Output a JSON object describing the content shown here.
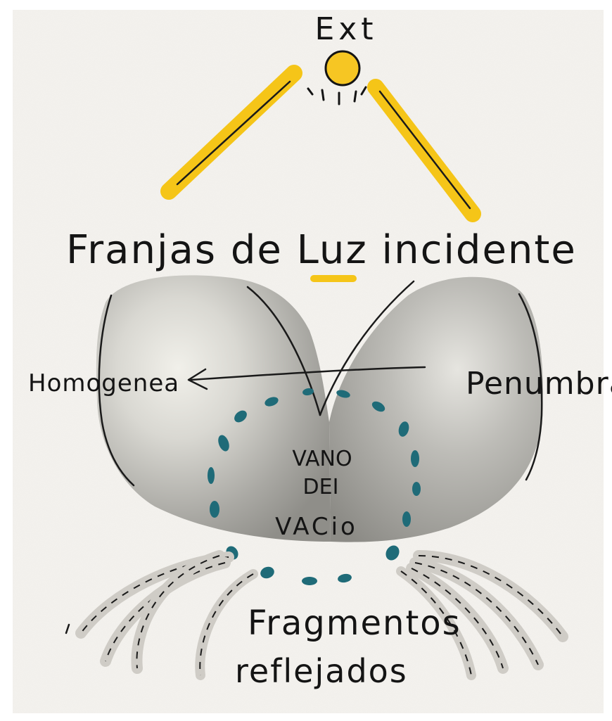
{
  "labels": {
    "ext": "Ext",
    "title_part1": "Franjas de ",
    "title_luz": "Luz",
    "title_part2": " incidente",
    "homogenea": "Homogenea",
    "penumbra": "Penumbra",
    "vano_line1": "VANO",
    "vano_line2": "DEI",
    "vano_line3": "VACio",
    "fragmentos_line1": "Fragmentos",
    "fragmentos_line2": "reflejados"
  },
  "colors": {
    "paper": "#f4f2ee",
    "ink": "#141414",
    "light_yellow": "#f5c518",
    "sun_yellow": "#f6c623",
    "gray_fill": "#a5a49f",
    "gray_light": "#d8d6d0",
    "teal_dots": "#1f6b78",
    "fragment_gray": "#c9c6c1"
  },
  "icons": {
    "sun": "sun-icon",
    "arrow": "arrow-left-icon"
  }
}
